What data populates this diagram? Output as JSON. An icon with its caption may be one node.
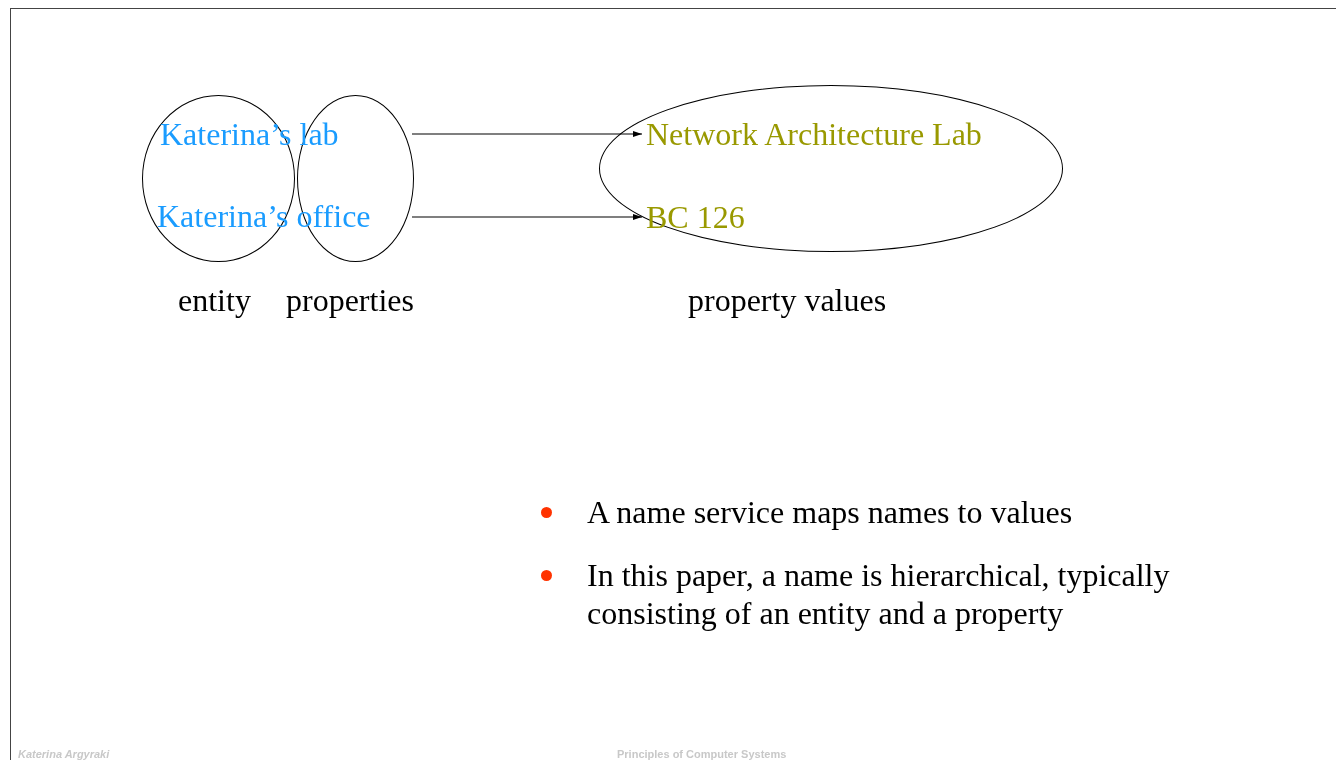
{
  "diagram": {
    "nodes": [
      {
        "text": [],
        "shape": "ellipse"
      },
      {
        "text": [],
        "shape": "ellipse"
      },
      {
        "text": [
          "Katerina’s lab"
        ]
      },
      {
        "text": [
          "Katerina’s office"
        ]
      },
      {
        "text": [],
        "shape": "ellipse"
      },
      {
        "text": [
          "Network Architecture Lab"
        ],
        "in": 4
      },
      {
        "text": [
          "BC 126"
        ],
        "in": 4
      }
    ],
    "edges": [
      {
        "from": 1,
        "to": 5,
        "arrow": "to"
      },
      {
        "from": 1,
        "to": 6,
        "arrow": "to"
      }
    ],
    "labels": [
      "entity",
      "properties",
      "property values",
      "A name service maps names to values",
      "In this paper, a name is hierarchical, typically consisting of an entity and a property",
      "Katerina Argyraki",
      "Principles of Computer Systems"
    ]
  }
}
